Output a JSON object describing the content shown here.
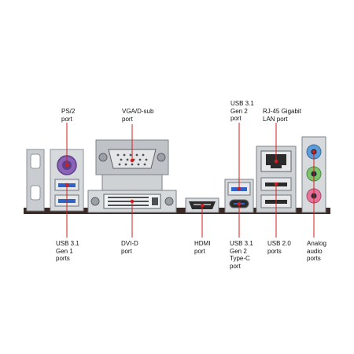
{
  "colors": {
    "leader_line": "#d21e1e",
    "leader_dot": "#d21e1e",
    "label_text": "#111111",
    "io_shield": "#d7dadd",
    "pcb": "#3a2a26",
    "usb3_tongue": "#2f63c8",
    "audio_blue": "#5b9bd8",
    "audio_green": "#7cc36b",
    "audio_pink": "#e8739a",
    "ps2_purple": "#8a63b8"
  },
  "labels": {
    "ps2": "PS/2\nport",
    "vga": "VGA/D-sub\nport",
    "usb31_gen2": "USB 3.1\nGen 2\nport",
    "rj45": "RJ-45 Gigabit\nLAN port",
    "usb31_gen1": "USB 3.1\nGen 1\nports",
    "dvi": "DVI-D\nport",
    "hdmi": "HDMI\nport",
    "usb31_typec": "USB 3.1\nGen 2\nType-C\nport",
    "usb20": "USB 2.0\nports",
    "audio": "Analog\naudio\nports"
  }
}
